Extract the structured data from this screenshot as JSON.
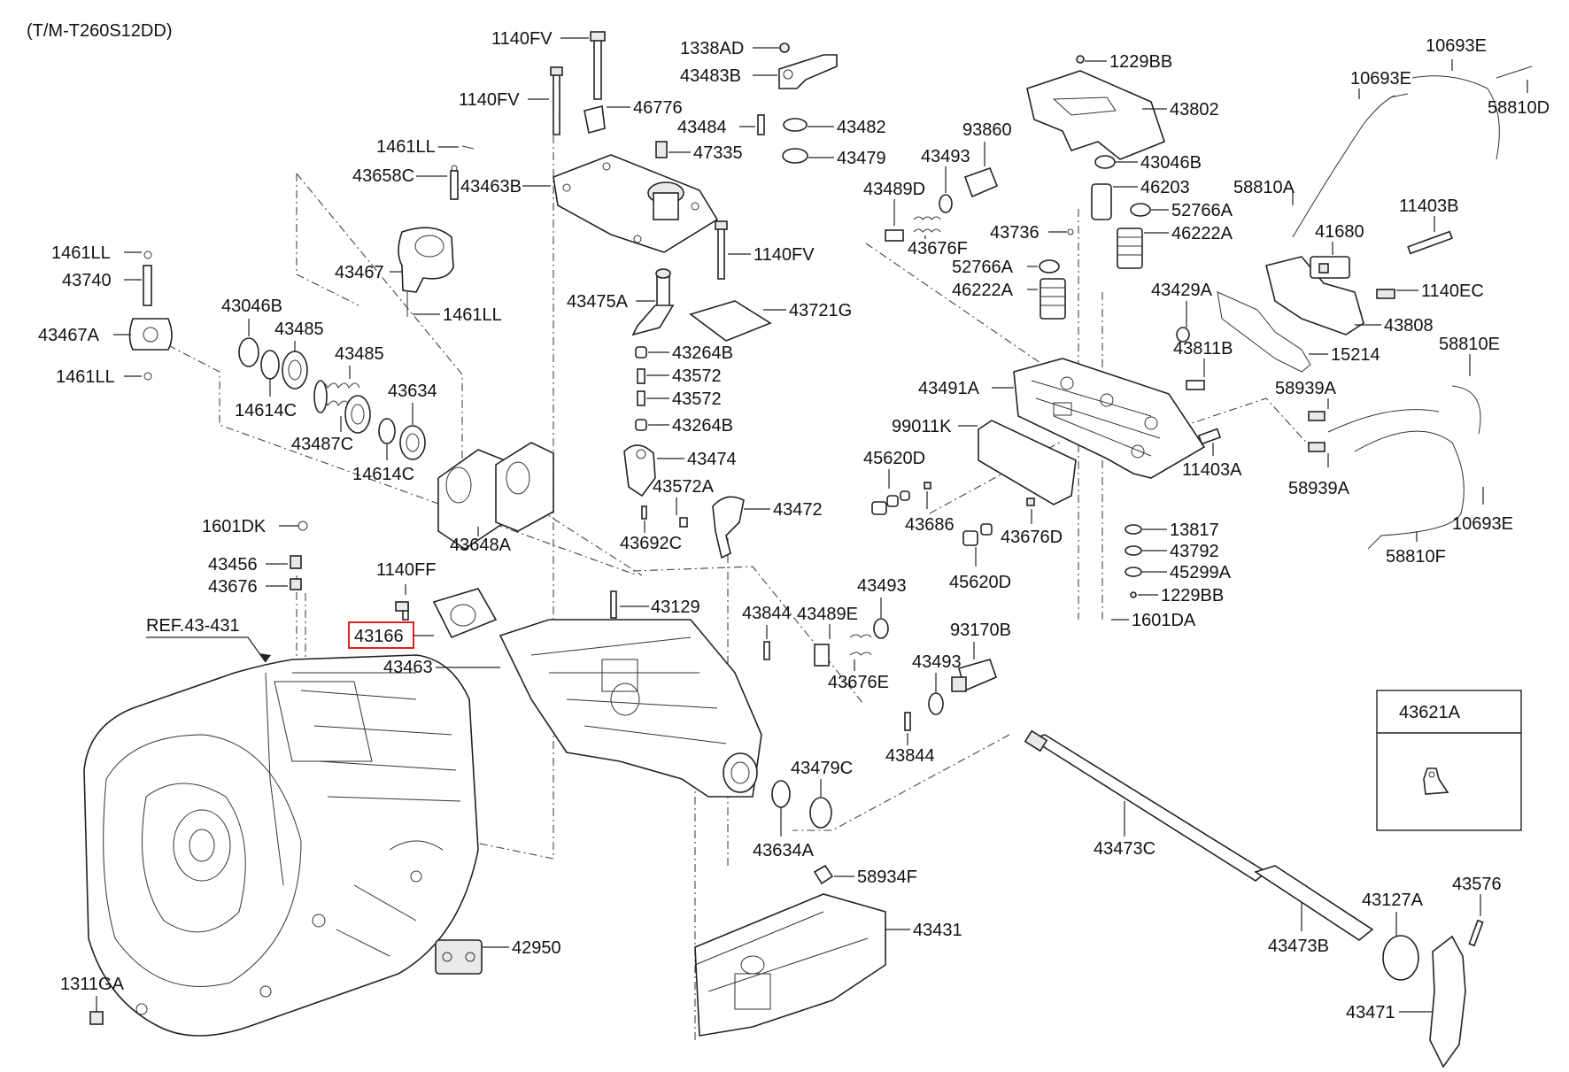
{
  "header": {
    "model": "(T/M-T260S12DD)"
  },
  "highlighted_part": "43166",
  "inset_box": {
    "label": "43621A"
  },
  "labels": {
    "p1140FV_a": "1140FV",
    "p1140FV_b": "1140FV",
    "p1140FV_c": "1140FV",
    "p1338AD": "1338AD",
    "p43483B": "43483B",
    "p46776": "46776",
    "p43484": "43484",
    "p43482": "43482",
    "p47335": "47335",
    "p43479": "43479",
    "p43463B": "43463B",
    "p1461LL_top": "1461LL",
    "p43658C": "43658C",
    "p43467": "43467",
    "p1461LL_mid": "1461LL",
    "p1461LL_l1": "1461LL",
    "p43740": "43740",
    "p43467A": "43467A",
    "p1461LL_l2": "1461LL",
    "p43046B_l": "43046B",
    "p43485_a": "43485",
    "p43485_b": "43485",
    "p14614C_a": "14614C",
    "p43487C": "43487C",
    "p43634": "43634",
    "p14614C_b": "14614C",
    "p43648A": "43648A",
    "p43475A": "43475A",
    "p43721G": "43721G",
    "p43264B_a": "43264B",
    "p43572_a": "43572",
    "p43572_b": "43572",
    "p43264B_b": "43264B",
    "p43474": "43474",
    "p43572A": "43572A",
    "p43472": "43472",
    "p43692C": "43692C",
    "p1601DK": "1601DK",
    "p43456": "43456",
    "p43676": "43676",
    "p1140FF": "1140FF",
    "p43166": "43166",
    "p43129": "43129",
    "pREF": "REF.43-431",
    "p43463": "43463",
    "p43844_a": "43844",
    "p43489E": "43489E",
    "p43493_a": "43493",
    "p43676E": "43676E",
    "p43844_b": "43844",
    "p43479C": "43479C",
    "p43634A": "43634A",
    "p58934F": "58934F",
    "p43431": "43431",
    "p42950": "42950",
    "p1311GA": "1311GA",
    "p43473C": "43473C",
    "p43127A": "43127A",
    "p43576": "43576",
    "p43473B": "43473B",
    "p43471": "43471",
    "p1229BB_a": "1229BB",
    "p43802": "43802",
    "p93860": "93860",
    "p43493_b": "43493",
    "p43489D": "43489D",
    "p43676F": "43676F",
    "p43046B_r": "43046B",
    "p46203": "46203",
    "p52766A_a": "52766A",
    "p46222A_a": "46222A",
    "p43736": "43736",
    "p52766A_b": "52766A",
    "p46222A_b": "46222A",
    "p43429A": "43429A",
    "p43811B": "43811B",
    "p43491A": "43491A",
    "p99011K": "99011K",
    "p45620D_a": "45620D",
    "p43686": "43686",
    "p43676D": "43676D",
    "p45620D_b": "45620D",
    "p11403A": "11403A",
    "p13817": "13817",
    "p43792": "43792",
    "p45299A": "45299A",
    "p1229BB_b": "1229BB",
    "p1601DA": "1601DA",
    "p93170B": "93170B",
    "p43493_c": "43493",
    "p10693E_a": "10693E",
    "p10693E_b": "10693E",
    "p58810D": "58810D",
    "p58810A": "58810A",
    "p11403B": "11403B",
    "p41680": "41680",
    "p1140EC": "1140EC",
    "p43808": "43808",
    "p15214": "15214",
    "p58810E": "58810E",
    "p58939A_a": "58939A",
    "p58939A_b": "58939A",
    "p10693E_c": "10693E",
    "p58810F": "58810F"
  }
}
